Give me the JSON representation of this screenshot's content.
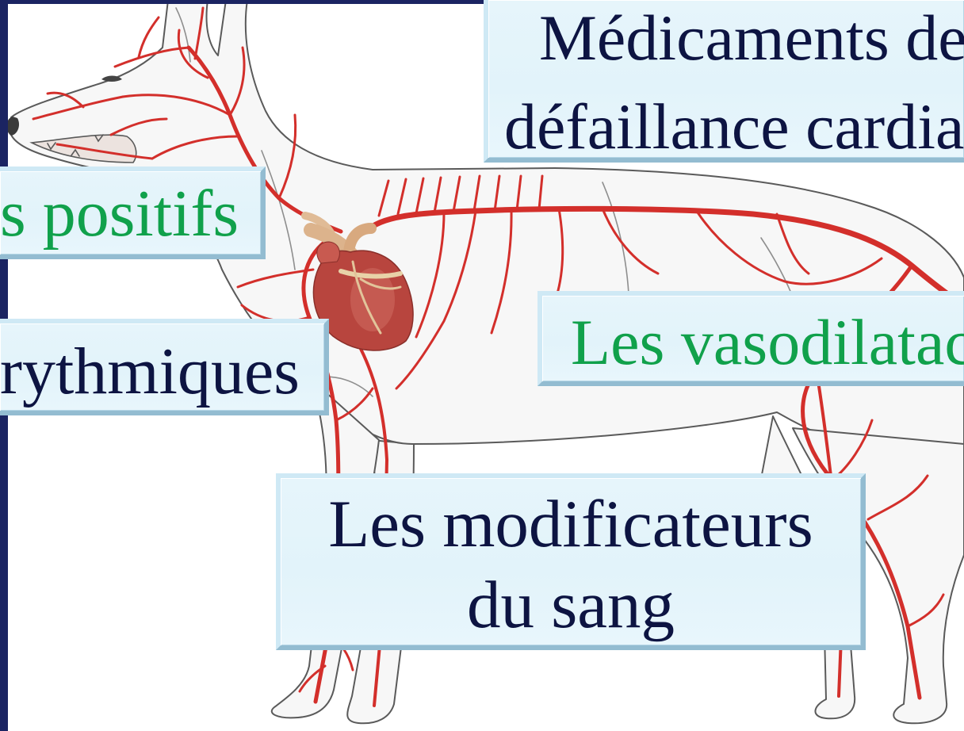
{
  "slide": {
    "illustration_icon": "dog-circulatory-system-icon",
    "boxes": {
      "heart_failure": {
        "line1": "Médicaments de",
        "line2": "défaillance cardia"
      },
      "inotropes": {
        "label": "s positifs"
      },
      "antiarrhythmics": {
        "label": "rythmiques"
      },
      "vasodilators": {
        "label": "Les vasodilatac"
      },
      "blood_modifiers": {
        "line1": "Les modificateurs",
        "line2": "du sang"
      }
    },
    "colors": {
      "frame": "#1b2462",
      "text_navy": "#0d1442",
      "text_green": "#10a14b",
      "box_fill": "#e2f3fa",
      "artery": "#d32f2b",
      "heart": "#b8453e"
    }
  }
}
